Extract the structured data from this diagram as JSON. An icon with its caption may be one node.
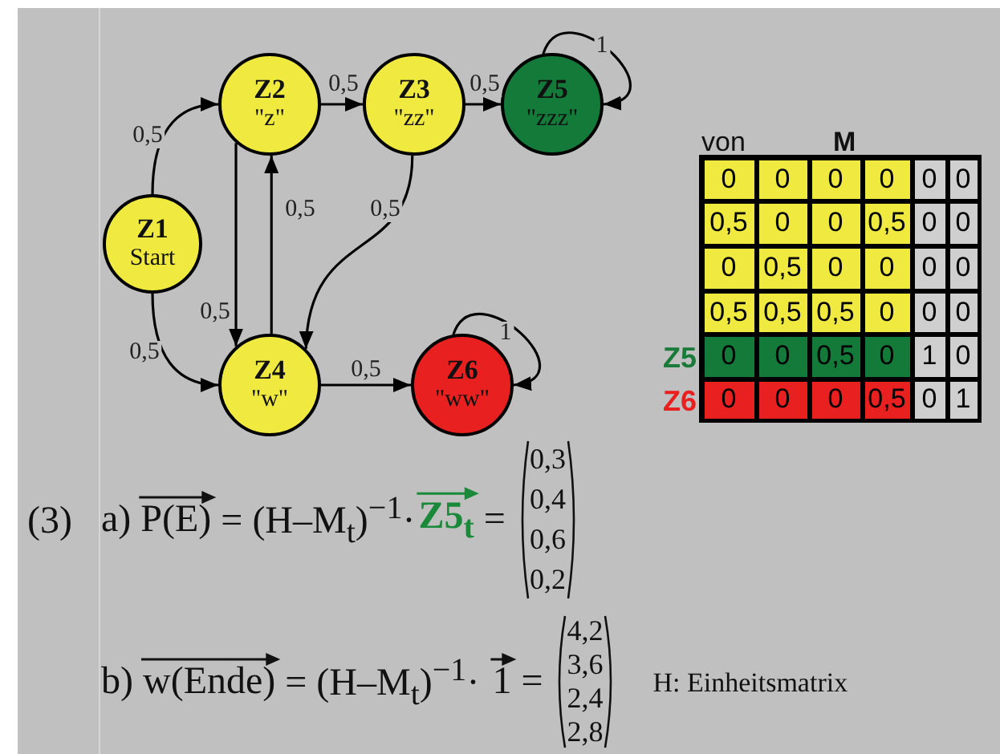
{
  "diagram": {
    "nodes": [
      {
        "text": [
          "Z1",
          "Start"
        ]
      },
      {
        "text": [
          "Z2",
          "\"z\""
        ]
      },
      {
        "text": [
          "Z3",
          "\"zz\""
        ]
      },
      {
        "text": [
          "Z5",
          "\"zzz\""
        ]
      },
      {
        "text": [
          "Z4",
          "\"w\""
        ]
      },
      {
        "text": [
          "Z6",
          "\"ww\""
        ]
      }
    ],
    "edges": [
      {
        "from": 0,
        "to": 1,
        "arrow": "to",
        "label": "0,5"
      },
      {
        "from": 0,
        "to": 4,
        "arrow": "to",
        "label": "0,5"
      },
      {
        "from": 1,
        "to": 2,
        "arrow": "to",
        "label": "0,5"
      },
      {
        "from": 2,
        "to": 3,
        "arrow": "to",
        "label": "0,5"
      },
      {
        "from": 3,
        "to": 3,
        "arrow": "to",
        "label": "1"
      },
      {
        "from": 1,
        "to": 4,
        "arrow": "to",
        "label": "0,5"
      },
      {
        "from": 4,
        "to": 1,
        "arrow": "to",
        "label": "0,5"
      },
      {
        "from": 2,
        "to": 4,
        "arrow": "to",
        "label": "0,5"
      },
      {
        "from": 4,
        "to": 5,
        "arrow": "to",
        "label": "0,5"
      },
      {
        "from": 5,
        "to": 5,
        "arrow": "to",
        "label": "1"
      }
    ],
    "labels": [
      "von",
      "M",
      "0",
      "0",
      "0",
      "0",
      "0",
      "0",
      "0,5",
      "0",
      "0",
      "0,5",
      "0",
      "0",
      "0",
      "0,5",
      "0",
      "0",
      "0",
      "0",
      "0,5",
      "0,5",
      "0,5",
      "0",
      "0",
      "0",
      "Z5",
      "0",
      "0",
      "0,5",
      "0",
      "1",
      "0",
      "Z6",
      "0",
      "0",
      "0",
      "0,5",
      "0",
      "1",
      "(3)",
      "a)",
      "P(E)",
      "= (H–M$_{t}$)$^{−1}$·",
      "Z5$_{t}$",
      "=",
      "0,3",
      "0,4",
      "0,6",
      "0,2",
      "b)",
      "w(Ende)",
      "= (H–M$_{t}$)$^{−1}$·",
      "1",
      "=",
      "4,2",
      "3,6",
      "2,4",
      "2,8",
      "H: Einheitsmatrix"
    ]
  }
}
